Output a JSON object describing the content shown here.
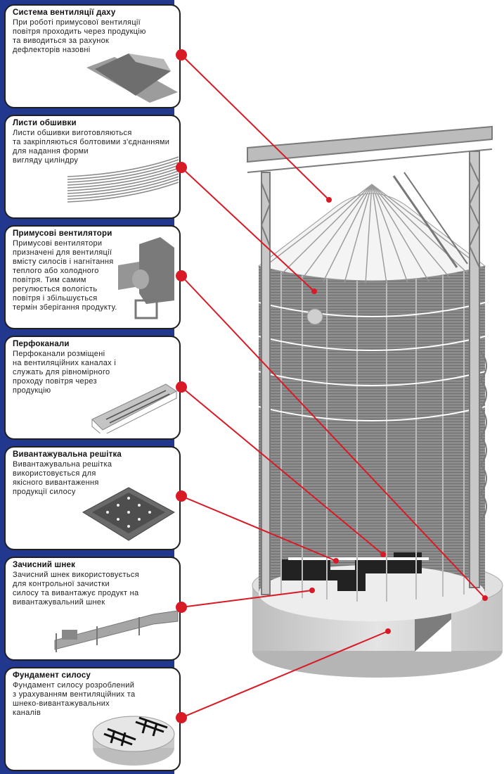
{
  "accent_colors": {
    "strip": "#22378e",
    "callout": "#d81a26",
    "card_border": "#1f1f1f"
  },
  "cards": [
    {
      "title": "Система вентиляції даху",
      "desc": "При роботі примусової вентиляції\nповітря проходить через продукцію\nта виводиться за рахунок\nдефлекторів назовні",
      "icon": "roof-ventilator-icon"
    },
    {
      "title": "Листи обшивки",
      "desc": "Листи обшивки виготовляються\nта закріпляються болтовими з'єднаннями\nдля надання форми\nвигляду циліндру",
      "icon": "wall-sheet-icon"
    },
    {
      "title": "Примусові вентилятори",
      "desc": "Примусові вентилятори\nпризначені для вентиляції\nвмісту силосів і нагнітання\nтеплого або холодного\nповітря. Тим самим\nрегулюється вологість\nповітря і збільшується\nтермін зберігання продукту.",
      "icon": "fan-icon"
    },
    {
      "title": "Перфоканали",
      "desc": "Перфоканали розміщені\nна вентиляційних каналах і\nслужать для рівномірного\nпроходу повітря через\nпродукцію",
      "icon": "perforated-channel-icon"
    },
    {
      "title": "Вивантажувальна решітка",
      "desc": "Вивантажувальна решітка\nвикористовується для\nякісного вивантаження\nпродукції силосу",
      "icon": "discharge-grate-icon"
    },
    {
      "title": "Зачисний шнек",
      "desc": "Зачисний шнек використовується\nдля контрольної зачистки\nсилосу та вивантажує продукт на\nвивантажувальний шнек",
      "icon": "sweep-auger-icon"
    },
    {
      "title": "Фундамент силосу",
      "desc": "Фундамент силосу розроблений\nз урахуванням вентиляційних та\nшнеко-вивантажувальних\nканалів",
      "icon": "foundation-icon"
    }
  ]
}
